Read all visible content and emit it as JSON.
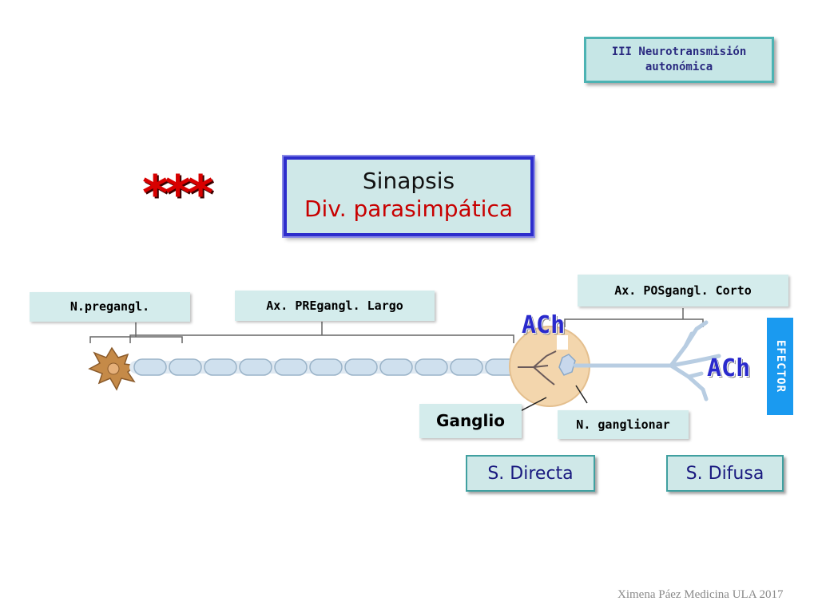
{
  "section": {
    "line1": "III Neurotransmisión",
    "line2": "autonómica"
  },
  "stars": "***",
  "title": {
    "line1": "Sinapsis",
    "line2": "Div. parasimpática"
  },
  "labels": {
    "npregangl": "N.pregangl.",
    "ax_pre": "Ax. PREgangl. Largo",
    "ax_pos": "Ax. POSgangl. Corto",
    "ach_1": "ACh",
    "ach_2": "ACh",
    "efector": "EFECTOR",
    "ganglio": "Ganglio",
    "n_ganglionar": "N. ganglionar",
    "s_directa": "S. Directa",
    "s_difusa": "S. Difusa"
  },
  "credit": "Ximena Páez Medicina ULA 2017",
  "colors": {
    "box_fill": "#cfe8e8",
    "title_border": "#2d2dcc",
    "title_accent": "#c80000",
    "stars": "#d80000",
    "ach": "#2a2acc",
    "efector": "#1a9af0",
    "ganglion": "#f3d6ad",
    "axon": "#cfe0ee",
    "neuron_body": "#c58a48"
  }
}
